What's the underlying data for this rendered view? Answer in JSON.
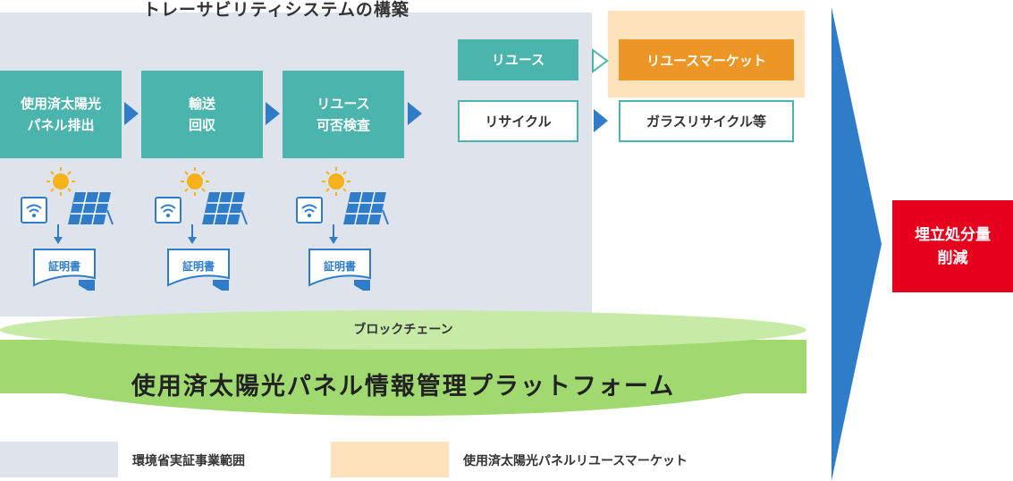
{
  "title": "トレーサビリティシステムの構築",
  "steps": [
    {
      "label": "使用済太陽光\nパネル排出"
    },
    {
      "label": "輸送\n回収"
    },
    {
      "label": "リユース\n可否検査"
    }
  ],
  "certificate_label": "証明書",
  "reuse_label": "リユース",
  "recycle_label": "リサイクル",
  "reuse_market_label": "リユースマーケット",
  "glass_recycle_label": "ガラスリサイクル等",
  "blockchain_label": "ブロックチェーン",
  "platform_label": "使用済太陽光パネル情報管理プラットフォーム",
  "outcome_label": "埋立処分量\n削減",
  "legend": {
    "scope_label": "環境省実証事業範囲",
    "market_label": "使用済太陽光パネルリユースマーケット"
  },
  "colors": {
    "teal": "#4bb4ad",
    "orange": "#ec9725",
    "blue_arrow": "#2f7dc8",
    "red": "#e6001e",
    "scope_bg": "#dfe4ec",
    "market_bg": "#fde2bc",
    "platform_green": "#9fd96f"
  },
  "icons": [
    "sun-icon",
    "wifi-device-icon",
    "solar-panel-icon",
    "down-arrow-icon",
    "certificate-icon"
  ]
}
